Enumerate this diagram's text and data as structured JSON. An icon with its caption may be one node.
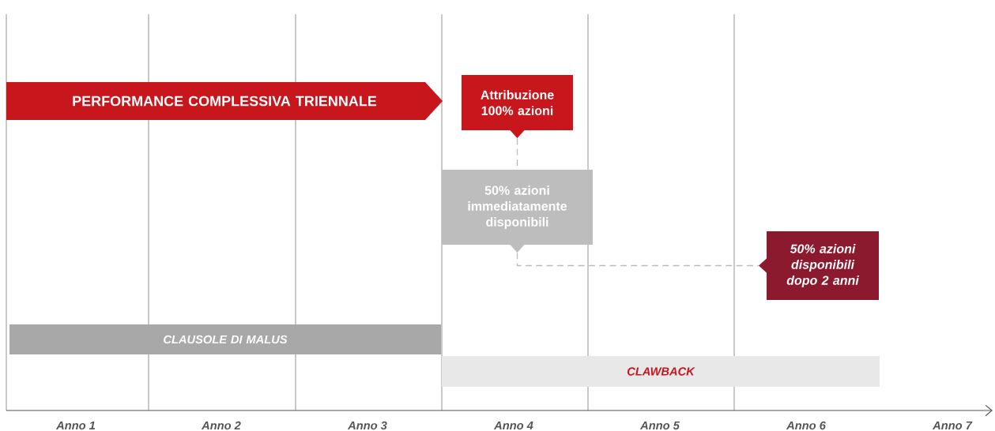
{
  "diagram": {
    "nodes": [
      {
        "text": [
          "PERFORMANCE COMPLESSIVA TRIENNALE"
        ]
      },
      {
        "text": [
          "Attribuzione 100% azioni"
        ]
      },
      {
        "text": [
          "50% azioni immediatamente disponibili"
        ]
      },
      {
        "text": [
          "50% azioni disponibili dopo 2 anni"
        ]
      },
      {
        "text": [
          "CLAUSOLE DI MALUS"
        ]
      },
      {
        "text": [
          "CLAWBACK"
        ]
      }
    ],
    "edges": [
      {
        "from": 1,
        "to": 2,
        "arrow": "none",
        "style": "dashed"
      },
      {
        "from": 2,
        "to": 3,
        "arrow": "none",
        "style": "dashed"
      }
    ],
    "labels": [
      "Anno 1",
      "Anno 2",
      "Anno 3",
      "Anno 4",
      "Anno 5",
      "Anno 6",
      "Anno 7"
    ]
  }
}
